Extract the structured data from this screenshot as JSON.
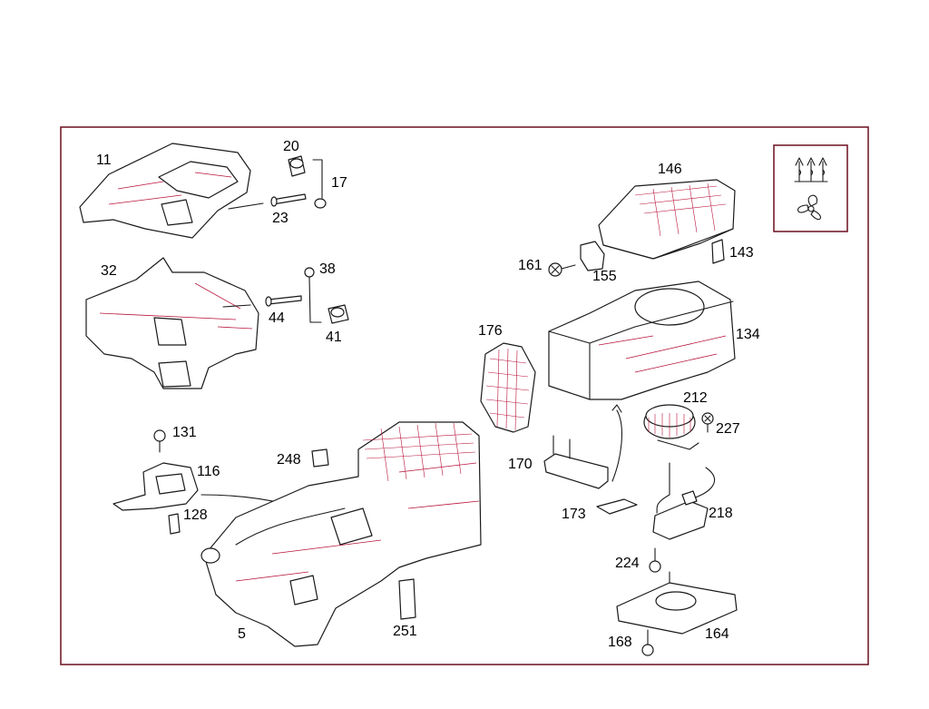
{
  "diagram": {
    "part_labels": [
      {
        "id": "p11",
        "text": "11"
      },
      {
        "id": "p20",
        "text": "20"
      },
      {
        "id": "p17",
        "text": "17"
      },
      {
        "id": "p23",
        "text": "23"
      },
      {
        "id": "p32",
        "text": "32"
      },
      {
        "id": "p38",
        "text": "38"
      },
      {
        "id": "p44",
        "text": "44"
      },
      {
        "id": "p41",
        "text": "41"
      },
      {
        "id": "p146",
        "text": "146"
      },
      {
        "id": "p161",
        "text": "161"
      },
      {
        "id": "p155",
        "text": "155"
      },
      {
        "id": "p143",
        "text": "143"
      },
      {
        "id": "p176",
        "text": "176"
      },
      {
        "id": "p134",
        "text": "134"
      },
      {
        "id": "p212",
        "text": "212"
      },
      {
        "id": "p227",
        "text": "227"
      },
      {
        "id": "p131",
        "text": "131"
      },
      {
        "id": "p116",
        "text": "116"
      },
      {
        "id": "p248",
        "text": "248"
      },
      {
        "id": "p128",
        "text": "128"
      },
      {
        "id": "p170",
        "text": "170"
      },
      {
        "id": "p173",
        "text": "173"
      },
      {
        "id": "p218",
        "text": "218"
      },
      {
        "id": "p224",
        "text": "224"
      },
      {
        "id": "p5",
        "text": "5"
      },
      {
        "id": "p251",
        "text": "251"
      },
      {
        "id": "p168",
        "text": "168"
      },
      {
        "id": "p164",
        "text": "164"
      }
    ],
    "legend_icons": [
      "heater-icon",
      "fan-icon"
    ],
    "colors": {
      "frame": "#6b0f1f",
      "accent": "#b8143c",
      "line": "#1a1a1a"
    }
  }
}
